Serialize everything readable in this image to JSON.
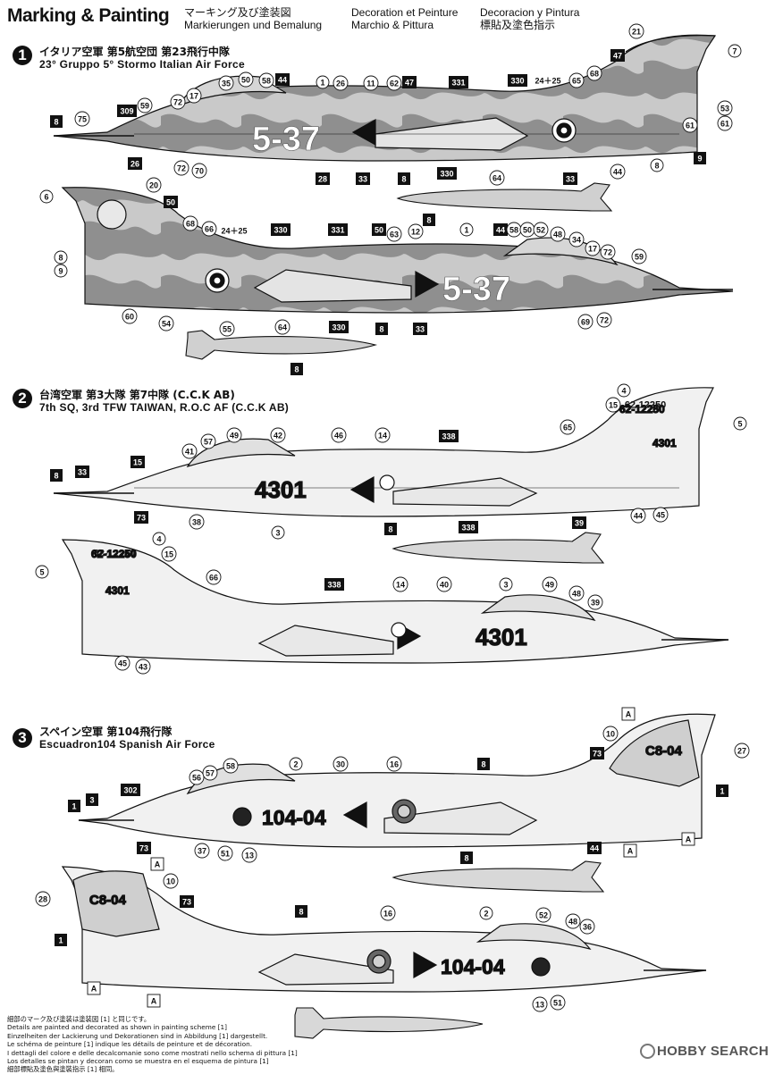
{
  "header": {
    "title": "Marking & Painting",
    "col1": [
      "マーキング及び塗装図",
      "Markierungen und Bemalung"
    ],
    "col2": [
      "Decoration et Peinture",
      "Marchio & Pittura"
    ],
    "col3": [
      "Decoracion y Pintura",
      "標貼及塗色指示"
    ]
  },
  "sections": [
    {
      "num": "1",
      "jp": "イタリア空軍 第5航空団 第23飛行中隊",
      "en": "23° Gruppo  5° Stormo Italian Air Force"
    },
    {
      "num": "2",
      "jp": "台湾空軍  第3大隊  第7中隊 (C.C.K AB)",
      "en": "7th SQ, 3rd TFW TAIWAN, R.O.C AF (C.C.K AB)"
    },
    {
      "num": "3",
      "jp": "スペイン空軍 第104飛行隊",
      "en": "Escuadron104  Spanish Air Force"
    }
  ],
  "aircraft_codes": {
    "italy": "5-37",
    "taiwan_nose": "4301",
    "taiwan_tail_serial": "62-12250",
    "taiwan_tail": "4301",
    "spain_fuselage": "104-04",
    "spain_tail": "C8-04"
  },
  "callouts": {
    "s1_upper": [
      "1",
      "21",
      "7",
      "47",
      "35",
      "50",
      "58",
      "44",
      "26",
      "11",
      "62",
      "47",
      "331",
      "330",
      "24＋25",
      "65",
      "68",
      "72",
      "17",
      "309",
      "59",
      "75",
      "8",
      "26",
      "72",
      "70",
      "28",
      "33",
      "8",
      "33",
      "44",
      "53",
      "61",
      "8",
      "9",
      "61"
    ],
    "s1_tank": [
      "330",
      "64",
      "8"
    ],
    "s1_lower": [
      "6",
      "20",
      "50",
      "68",
      "66",
      "24＋25",
      "330",
      "331",
      "50",
      "63",
      "12",
      "1",
      "44",
      "58",
      "50",
      "52",
      "48",
      "34",
      "17",
      "72",
      "59",
      "8",
      "9",
      "60",
      "54",
      "55",
      "8",
      "33",
      "69",
      "72"
    ],
    "s1_tank2": [
      "64",
      "330",
      "8"
    ],
    "s2_upper": [
      "4",
      "15",
      "62-12250",
      "5",
      "41",
      "57",
      "49",
      "42",
      "46",
      "14",
      "338",
      "65",
      "8",
      "33",
      "15",
      "73",
      "38",
      "3",
      "44",
      "45",
      "39"
    ],
    "s2_tank": [
      "8",
      "338"
    ],
    "s2_lower": [
      "4",
      "15",
      "62-12250",
      "5",
      "66",
      "338",
      "14",
      "40",
      "3",
      "49",
      "48",
      "39",
      "45",
      "43"
    ],
    "s3_upper": [
      "A",
      "10",
      "27",
      "73",
      "2",
      "30",
      "16",
      "8",
      "56",
      "57",
      "58",
      "1",
      "3",
      "302",
      "73",
      "37",
      "51",
      "13",
      "44",
      "A",
      "A",
      "1"
    ],
    "s3_tank": [
      "8"
    ],
    "s3_lower": [
      "A",
      "10",
      "28",
      "73",
      "8",
      "16",
      "2",
      "52",
      "48",
      "36",
      "1",
      "A",
      "A",
      "13",
      "51"
    ]
  },
  "notes": [
    "細部のマーク及び塗装は塗装図 [1] と同じです。",
    "Details are painted and decorated as shown in painting scheme [1]",
    "Einzelheiten der Lackierung und Dekorationen sind in Abbildung [1] dargestellt.",
    "Le schéma de peinture [1] indique les détails de peinture et de décoration.",
    "I dettagli del colore e delle decalcomanie sono come mostrati nello schema di pittura [1]",
    "Los detalles se pintan y decoran como se muestra en el esquema de pintura [1]",
    "細部標貼及塗色與塗裝指示 [1] 相同。"
  ],
  "watermark": "HOBBY SEARCH",
  "colors": {
    "ink": "#111111",
    "camo_light": "#c9c9c9",
    "camo_mid": "#9a9a9a",
    "camo_dark": "#7d7d7d",
    "silver": "#f1f1f1",
    "paneltone": "#d6d6d6"
  }
}
